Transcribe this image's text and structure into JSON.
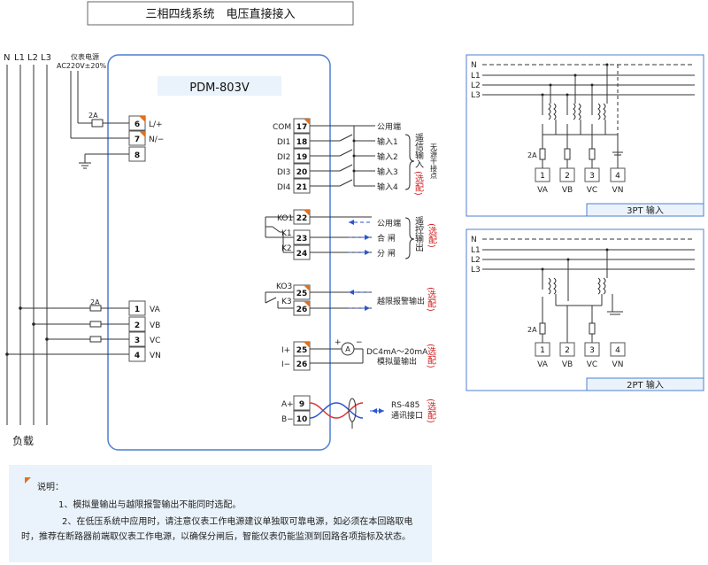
{
  "title": "三相四线系统　电压直接接入",
  "model": "PDM-803V",
  "left_lines": [
    "N",
    "L1",
    "L2",
    "L3"
  ],
  "load_label": "负载",
  "power": {
    "label": "仪表电源",
    "spec": "AC220V±20%",
    "fuse": "2A"
  },
  "power_terms": [
    {
      "num": "6",
      "label": "L/+"
    },
    {
      "num": "7",
      "label": "N/−"
    },
    {
      "num": "8",
      "label": ""
    }
  ],
  "voltage_fuse": "2A",
  "voltage_terms": [
    {
      "num": "1",
      "label": "VA"
    },
    {
      "num": "2",
      "label": "VB"
    },
    {
      "num": "3",
      "label": "VC"
    },
    {
      "num": "4",
      "label": "VN"
    }
  ],
  "di_terms": [
    {
      "name": "COM",
      "num": "17",
      "right": "公用端"
    },
    {
      "name": "DI1",
      "num": "18",
      "right": "输入1"
    },
    {
      "name": "DI2",
      "num": "19",
      "right": "输入2"
    },
    {
      "name": "DI3",
      "num": "20",
      "right": "输入3"
    },
    {
      "name": "DI4",
      "num": "21",
      "right": "输入4"
    }
  ],
  "di_group_label": "遥信输入",
  "di_option": "(选配)",
  "di_note": "无源干接点",
  "relay_terms": [
    {
      "name": "KO1",
      "num": "22",
      "right": "公用端"
    },
    {
      "name": "K1",
      "num": "23",
      "right": "合 闸"
    },
    {
      "name": "K2",
      "num": "24",
      "right": "分 闸"
    }
  ],
  "relay_group_label": "遥控输出",
  "relay_option": "(选配)",
  "alarm_terms": [
    {
      "name": "KO3",
      "num": "25"
    },
    {
      "name": "K3",
      "num": "26"
    }
  ],
  "alarm_label": "越限报警输出",
  "alarm_option": "(选配)",
  "analog_terms": [
    {
      "name": "I+",
      "num": "25"
    },
    {
      "name": "I−",
      "num": "26"
    }
  ],
  "analog_label": "DC4mA～20mA",
  "analog_sub": "模拟量输出",
  "analog_option": "(选配)",
  "rs485_terms": [
    {
      "name": "A+",
      "num": "9"
    },
    {
      "name": "B−",
      "num": "10"
    }
  ],
  "rs485_label": "RS-485",
  "rs485_sub": "通讯接口",
  "rs485_option": "(选配)",
  "pt3": {
    "lines": [
      "N",
      "L1",
      "L2",
      "L3"
    ],
    "fuse": "2A",
    "terms": [
      {
        "num": "1",
        "label": "VA"
      },
      {
        "num": "2",
        "label": "VB"
      },
      {
        "num": "3",
        "label": "VC"
      },
      {
        "num": "4",
        "label": "VN"
      }
    ],
    "caption": "3PT 输入"
  },
  "pt2": {
    "lines": [
      "N",
      "L1",
      "L2",
      "L3"
    ],
    "fuse": "2A",
    "terms": [
      {
        "num": "1",
        "label": "VA"
      },
      {
        "num": "2",
        "label": "VB"
      },
      {
        "num": "3",
        "label": "VC"
      },
      {
        "num": "4",
        "label": "VN"
      }
    ],
    "caption": "2PT 输入"
  },
  "notes": {
    "heading": "说明：",
    "items": [
      "1、模拟量输出与越限报警输出不能同时选配。",
      "2、在低压系统中应用时，请注意仪表工作电源建议单独取可靠电源，如必须在本回路取电时，推荐在断路器前端取仪表工作电源，以确保分闸后，智能仪表仍能监测到回路各项指标及状态。"
    ]
  },
  "colors": {
    "accent": "#e07020",
    "frame": "#4d7fd0",
    "panel": "#eaf3fb",
    "option": "#d02020",
    "arrow": "#2a55d0"
  }
}
